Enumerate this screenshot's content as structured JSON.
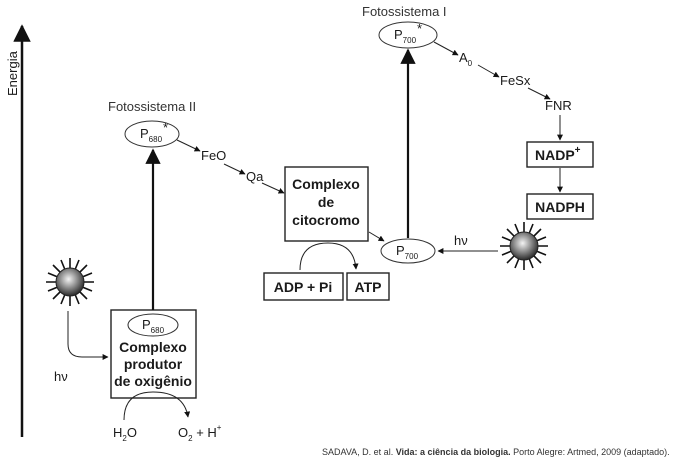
{
  "axis": {
    "label": "Energia"
  },
  "photosystem_ii": {
    "title": "Fotossistema II",
    "p680_excited": {
      "letter": "P",
      "sub": "680",
      "sup": "*"
    },
    "p680_ground": {
      "letter": "P",
      "sub": "680"
    },
    "oec_box": [
      "Complexo",
      "produtor",
      "de oxigênio"
    ]
  },
  "photosystem_i": {
    "title": "Fotossistema I",
    "p700_excited": {
      "letter": "P",
      "sub": "700",
      "sup": "*"
    },
    "p700_ground": {
      "letter": "P",
      "sub": "700"
    }
  },
  "carriers": {
    "feo": "FeO",
    "qa": "Qa",
    "a0": {
      "letter": "A",
      "sub": "0"
    },
    "fesx": "FeSx",
    "fnr": "FNR"
  },
  "cytochrome_box": [
    "Complexo",
    "de",
    "citocromo"
  ],
  "atp": {
    "reactant": "ADP + Pi",
    "product": "ATP"
  },
  "nadp": {
    "oxidized": "NADP",
    "oxidized_sup": "+",
    "reduced": "NADPH"
  },
  "light": {
    "left_label": "hν",
    "right_label": "hν"
  },
  "water": {
    "h2o": {
      "a": "H",
      "sub": "2",
      "b": "O"
    },
    "products": {
      "o": "O",
      "sub": "2",
      "plus": " + H",
      "sup": "+"
    }
  },
  "credit": {
    "author": "SADAVA, D. et al. ",
    "title": "Vida: a ciência da biologia.",
    "rest": " Porto Alegre: Artmed, 2009 (adaptado)."
  }
}
